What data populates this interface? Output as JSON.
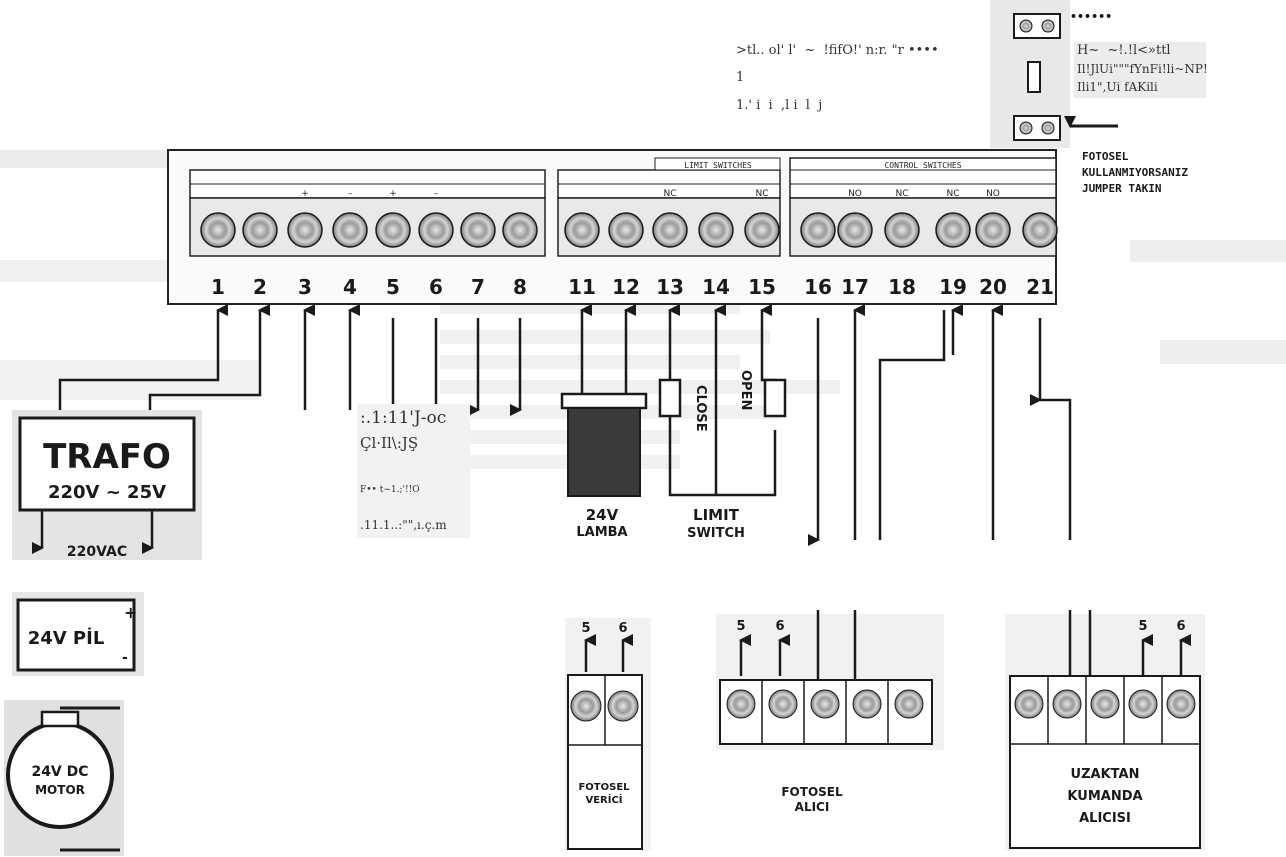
{
  "colors": {
    "ink": "#1a1a1a",
    "terminal_fill": "#bdbdbd",
    "panel_bg": "#f4f4f4",
    "lamp_dark": "#3a3a3a"
  },
  "board": {
    "group_labels": {
      "limit_switches": "LIMIT SWITCHES",
      "control_switches": "CONTROL SWITCHES"
    },
    "terminal_numbers": [
      "1",
      "2",
      "3",
      "4",
      "5",
      "6",
      "7",
      "8",
      "11",
      "12",
      "13",
      "14",
      "15",
      "16",
      "17",
      "18",
      "19",
      "20",
      "21"
    ],
    "terminal_sublabels": [
      "",
      "",
      "+",
      "–",
      "+",
      "–",
      "",
      "",
      "",
      "",
      "NC",
      "",
      "NC",
      "",
      "NO",
      "NC",
      "NC",
      "NO",
      ""
    ]
  },
  "trafo": {
    "title": "TRAFO",
    "rating": "220V ~ 25V",
    "supply": "220VAC"
  },
  "battery": {
    "label": "24V PİL",
    "plus": "+",
    "minus": "-"
  },
  "motor": {
    "line1": "24V DC",
    "line2": "MOTOR"
  },
  "lamp": {
    "line1": "24V",
    "line2": "LAMBA"
  },
  "limit_switch": {
    "close": "CLOSE",
    "open": "OPEN",
    "line1": "LIMIT",
    "line2": "SWITCH"
  },
  "jumper_note": {
    "line1": "FOTOSEL",
    "line2": "KULLANMIYORSANIZ",
    "line3": "JUMPER TAKIN"
  },
  "photocell_tx": {
    "pins": [
      "5",
      "6"
    ],
    "line1": "FOTOSEL",
    "line2": "VERİCİ"
  },
  "photocell_rx": {
    "pins": [
      "5",
      "6"
    ],
    "line1": "FOTOSEL",
    "line2": "ALICI"
  },
  "remote_rx": {
    "pins": [
      "5",
      "6"
    ],
    "line1": "UZAKTAN",
    "line2": "KUMANDA",
    "line3": "ALICISI"
  },
  "ocr_text": {
    "top_line1": ">tl.. ol' l'  ~  !fifO!' n:r. \"r ••••",
    "top_line2": "1",
    "top_line3": "1.' i  i  ,l i  l  j",
    "dots": "••••••",
    "box_line1": "H~  ~!.!l<»ttl",
    "box_line2": "Il!JlUi\"\"\"fYnFi!li~NP!",
    "box_line3": "Ili1\",Ui fAKili",
    "mid_line1": ":.1:11'J-oc",
    "mid_line2": "Çl·Il\\:JŞ",
    "mid_line3": "F•• t~1.;'!!O",
    "mid_line4": ".11.1..:\"\",ı.ç.m"
  }
}
